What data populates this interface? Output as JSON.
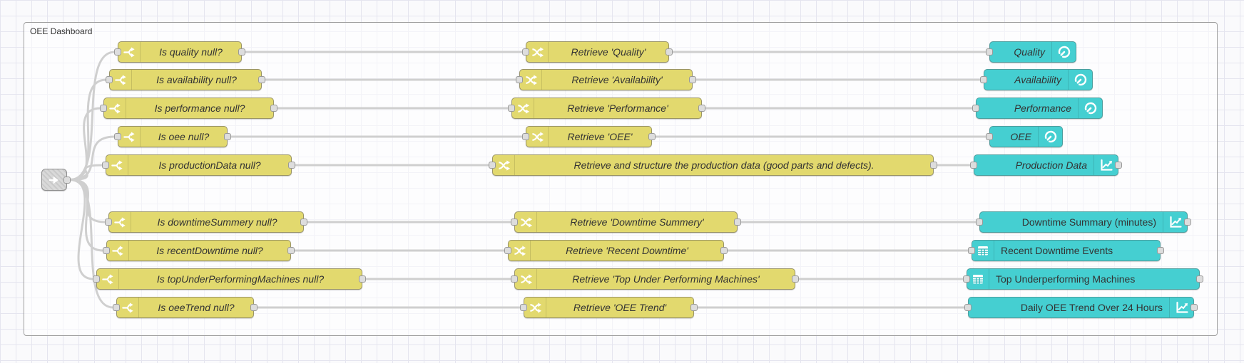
{
  "group": {
    "label": "OEE Dashboard"
  },
  "hub": {
    "icon": "link-out-icon"
  },
  "node_types": {
    "condition": "switch",
    "retrieve": "change",
    "widgets": "dashboard-ui"
  },
  "colors": {
    "switch_node": "#e2d96e",
    "widget_node": "#45cfd1",
    "wire": "#969696",
    "canvas_grid": "#e5e5ef",
    "group_border": "#a0a0a0"
  },
  "rows": [
    {
      "condition": "Is quality null?",
      "retrieve": "Retrieve 'Quality'",
      "widget": "Quality",
      "widget_icon": "gauge-icon",
      "widget_label_style": "italic"
    },
    {
      "condition": "Is availability null?",
      "retrieve": "Retrieve 'Availability'",
      "widget": "Availability",
      "widget_icon": "gauge-icon",
      "widget_label_style": "italic"
    },
    {
      "condition": "Is performance null?",
      "retrieve": "Retrieve 'Performance'",
      "widget": "Performance",
      "widget_icon": "gauge-icon",
      "widget_label_style": "italic"
    },
    {
      "condition": "Is oee null?",
      "retrieve": "Retrieve 'OEE'",
      "widget": "OEE",
      "widget_icon": "gauge-icon",
      "widget_label_style": "italic"
    },
    {
      "condition": "Is productionData null?",
      "retrieve": "Retrieve and structure the production data (good parts and defects).",
      "widget": "Production Data",
      "widget_icon": "chart-icon",
      "widget_label_style": "italic"
    },
    {
      "condition": "Is downtimeSummery null?",
      "retrieve": "Retrieve 'Downtime Summery'",
      "widget": "Downtime Summary (minutes)",
      "widget_icon": "chart-icon",
      "widget_label_style": "normal"
    },
    {
      "condition": "Is recentDowntime null?",
      "retrieve": "Retrieve 'Recent Downtime'",
      "widget": "Recent Downtime Events",
      "widget_icon": "table-icon",
      "widget_label_style": "normal"
    },
    {
      "condition": "Is topUnderPerformingMachines null?",
      "retrieve": "Retrieve 'Top Under Performing Machines'",
      "widget": "Top Underperforming Machines",
      "widget_icon": "table-icon",
      "widget_label_style": "normal"
    },
    {
      "condition": "Is oeeTrend null?",
      "retrieve": "Retrieve 'OEE Trend'",
      "widget": "Daily OEE Trend Over 24 Hours",
      "widget_icon": "chart-icon",
      "widget_label_style": "normal"
    }
  ]
}
